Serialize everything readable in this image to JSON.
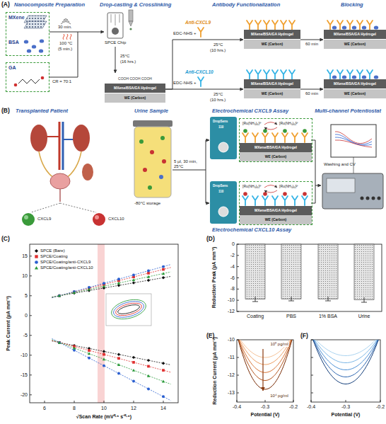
{
  "diagram": {
    "nodes": [
      {
        "text": [
          "MXene",
          "BSA"
        ]
      },
      {
        "text": [
          "GA"
        ]
      },
      {
        "text": [
          "COOH COOH COOH",
          "MXene/BSA/GA Hydrogel",
          "WE (Carbon)"
        ]
      },
      {
        "text": [
          "MXene/BSA/GA Hydrogel",
          "WE (Carbon)"
        ]
      },
      {
        "text": [
          "MXene/BSA/GA Hydrogel",
          "WE (Carbon)"
        ]
      },
      {
        "text": [
          "MXene/BSA/GA Hydrogel",
          "WE (Carbon)"
        ]
      },
      {
        "text": [
          "MXene/BSA/GA Hydrogel",
          "WE (Carbon)"
        ]
      },
      {
        "text": [
          "[Ru(NH₃)₆]³⁺",
          "[Ru(NH₃)₆]²⁺",
          "MXene/BSA/GA Hydrogel",
          "WE (Carbon)"
        ]
      },
      {
        "text": [
          "[Ru(NH₃)₆]³⁺",
          "[Ru(NH₃)₆]²⁺",
          "MXene/BSA/GA Hydrogel",
          "WE (Carbon)"
        ]
      }
    ],
    "edges": [
      {
        "from": 2,
        "to": 3,
        "arrow": "to"
      },
      {
        "from": 2,
        "to": 5,
        "arrow": "to"
      },
      {
        "from": 3,
        "to": 4,
        "label": "60 min",
        "arrow": "to"
      },
      {
        "from": 5,
        "to": 6,
        "label": "60 min",
        "arrow": "to"
      }
    ],
    "labels": [
      "(A)",
      "Nanocomposite Preparation",
      "30 min.",
      "100 °C",
      "(5 min.)",
      "CR = 70:1",
      "Drop-casting & Crosslinking",
      "SPCE Chip",
      "25°C",
      "(16 hrs.)",
      "Antibody Functionalization",
      "Blocking",
      "EDC-NHS +",
      "Anti-CXCL9",
      "25°C",
      "(10 hrs.)",
      "EDC-NHS +",
      "Anti-CXCL10",
      "25°C",
      "(10 hrs.)",
      "(B)",
      "Transplanted Patient",
      "CXCL9",
      "CXCL10",
      "Urine Sample",
      "-80°C storage",
      "5 µl, 30 min, 25°C",
      "Electrochemical CXCL9 Assay",
      "DropSens",
      "110",
      "DropSens",
      "110",
      "Electrochemical CXCL10 Assay",
      "Multi-channel Potentiostat",
      "Washing and CV",
      "(C)",
      "15",
      "10",
      "5",
      "0",
      "-5",
      "-10",
      "-15",
      "-20",
      "6",
      "8",
      "10",
      "12",
      "14",
      "Peak Current (µA mm⁻²)",
      "√Scan Rate (mV⁰·⁵ s⁻⁰·⁵)",
      "(D)",
      "0",
      "-2",
      "-4",
      "-6",
      "-8",
      "-10",
      "-12",
      "Coating",
      "PBS",
      "1% BSA",
      "Urine",
      "Reduction Peak (µA mm⁻²)",
      "(E)",
      "-10",
      "-11",
      "-12",
      "-13",
      "-0.4",
      "-0.3",
      "-0.2",
      "Potential (V)",
      "10⁰ pg/ml",
      "10⁴ pg/ml",
      "Reduction Current (µA mm⁻²)",
      "(F)",
      "-0.4",
      "-0.3",
      "-0.2",
      "Potential (V)"
    ],
    "legend": [
      {
        "text": "SPCE (Bare)"
      },
      {
        "text": "SPCE/Coating"
      },
      {
        "text": "SPCE/Coating/anti-CXCL9"
      },
      {
        "text": "SPCE/Coating/anti-CXCL10"
      }
    ]
  }
}
